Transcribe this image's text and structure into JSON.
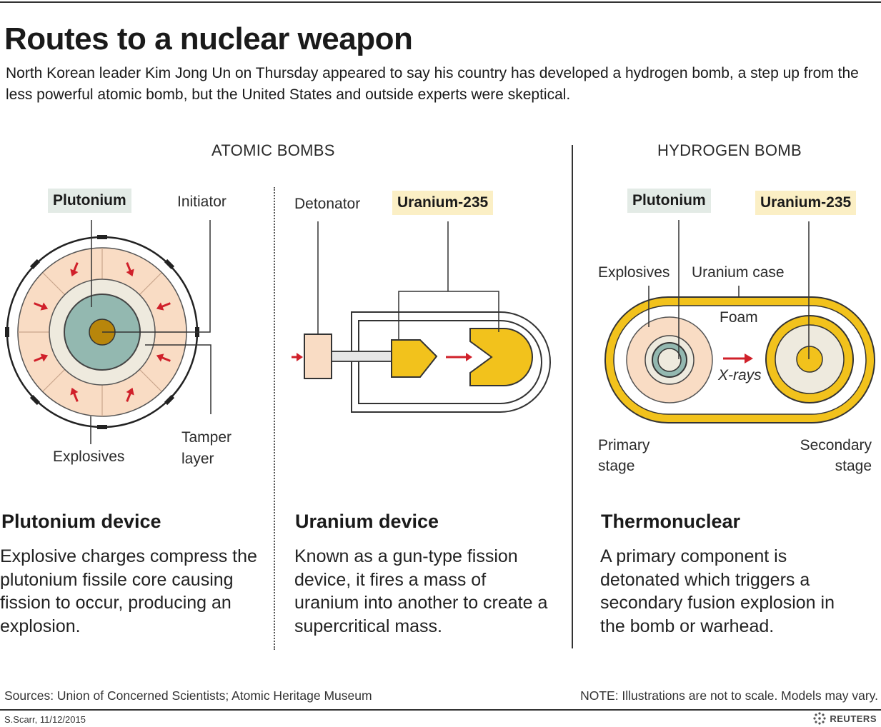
{
  "title": "Routes to a nuclear weapon",
  "subtitle": "North Korean leader Kim Jong Un on Thursday appeared to say his country has developed a hydrogen bomb, a step up from the less powerful atomic bomb, but the United States and outside experts were skeptical.",
  "sections": {
    "atomic": "ATOMIC BOMBS",
    "hydrogen": "HYDROGEN BOMB"
  },
  "plutonium_diagram": {
    "plutonium": "Plutonium",
    "initiator": "Initiator",
    "explosives": "Explosives",
    "tamper_line1": "Tamper",
    "tamper_line2": "layer"
  },
  "uranium_diagram": {
    "detonator": "Detonator",
    "uranium": "Uranium-235"
  },
  "thermo_diagram": {
    "plutonium": "Plutonium",
    "uranium": "Uranium-235",
    "explosives": "Explosives",
    "uranium_case": "Uranium case",
    "foam": "Foam",
    "xrays": "X-rays",
    "primary_line1": "Primary",
    "primary_line2": "stage",
    "secondary_line1": "Secondary",
    "secondary_line2": "stage"
  },
  "devices": [
    {
      "title": "Plutonium device",
      "text": "Explosive charges compress the plutonium fissile core causing fission to occur, producing an explosion."
    },
    {
      "title": "Uranium device",
      "text": "Known as a gun-type fission device, it fires a mass of uranium into another to create a supercritical mass."
    },
    {
      "title": "Thermonuclear",
      "text": "A primary component is detonated which triggers a secondary fusion explosion in the bomb or warhead."
    }
  ],
  "footer": {
    "sources": "Sources: Union of Concerned Scientists; Atomic Heritage Museum",
    "note": "NOTE: Illustrations are not to scale. Models may vary.",
    "credit": "S.Scarr,  11/12/2015",
    "brand": "REUTERS"
  },
  "colors": {
    "explosive_fill": "#f9dcc4",
    "tamper_fill": "#eeeade",
    "core_fill": "#93b8b0",
    "plutonium_core": "#b8860b",
    "uranium_yellow": "#f2c21c",
    "arrow_red": "#d0202a",
    "plutonium_tag": "#e3ebe6",
    "uranium_tag": "#fbefc5"
  }
}
